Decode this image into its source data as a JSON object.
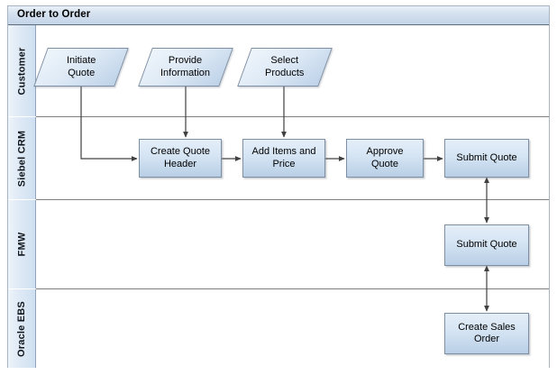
{
  "diagram": {
    "title": "Order to Order",
    "type": "swimlane-flowchart",
    "colors": {
      "title_bar_gradient_top": "#e9f0f8",
      "title_bar_gradient_bottom": "#c4d5e8",
      "lane_header_gradient_left": "#eef4fa",
      "lane_header_gradient_right": "#cfdff0",
      "node_fill_top": "#e4eef8",
      "node_fill_bottom": "#b9cfe6",
      "node_border": "#7e8fa3",
      "connector": "#404040",
      "frame_border": "#a9b4c2",
      "lane_divider": "#7f7f7f"
    },
    "lanes": [
      {
        "id": "customer",
        "label": "Customer"
      },
      {
        "id": "siebel",
        "label": "Siebel CRM"
      },
      {
        "id": "fmw",
        "label": "FMW"
      },
      {
        "id": "oracleebs",
        "label": "Oracle EBS"
      }
    ],
    "nodes": [
      {
        "id": "initiate-quote",
        "lane": "customer",
        "shape": "parallelogram",
        "label": "Initiate\nQuote"
      },
      {
        "id": "provide-information",
        "lane": "customer",
        "shape": "parallelogram",
        "label": "Provide\nInformation"
      },
      {
        "id": "select-products",
        "lane": "customer",
        "shape": "parallelogram",
        "label": "Select\nProducts"
      },
      {
        "id": "create-quote-header",
        "lane": "siebel",
        "shape": "rectangle",
        "label": "Create Quote\nHeader"
      },
      {
        "id": "add-items-and-price",
        "lane": "siebel",
        "shape": "rectangle",
        "label": "Add Items and\nPrice"
      },
      {
        "id": "approve-quote",
        "lane": "siebel",
        "shape": "rectangle",
        "label": "Approve\nQuote"
      },
      {
        "id": "submit-quote-crm",
        "lane": "siebel",
        "shape": "rectangle",
        "label": "Submit Quote"
      },
      {
        "id": "submit-quote-fmw",
        "lane": "fmw",
        "shape": "rectangle",
        "label": "Submit Quote"
      },
      {
        "id": "create-sales-order",
        "lane": "oracleebs",
        "shape": "rectangle",
        "label": "Create Sales\nOrder"
      }
    ],
    "connectors": [
      {
        "from": "initiate-quote",
        "to": "create-quote-header",
        "style": "elbow",
        "arrows": "single"
      },
      {
        "from": "provide-information",
        "to": "create-quote-header",
        "style": "straight",
        "arrows": "single"
      },
      {
        "from": "select-products",
        "to": "add-items-and-price",
        "style": "straight",
        "arrows": "single"
      },
      {
        "from": "create-quote-header",
        "to": "add-items-and-price",
        "style": "straight",
        "arrows": "single"
      },
      {
        "from": "add-items-and-price",
        "to": "approve-quote",
        "style": "straight",
        "arrows": "single"
      },
      {
        "from": "approve-quote",
        "to": "submit-quote-crm",
        "style": "straight",
        "arrows": "single"
      },
      {
        "from": "submit-quote-crm",
        "to": "submit-quote-fmw",
        "style": "straight",
        "arrows": "double"
      },
      {
        "from": "submit-quote-fmw",
        "to": "create-sales-order",
        "style": "straight",
        "arrows": "double"
      }
    ]
  }
}
